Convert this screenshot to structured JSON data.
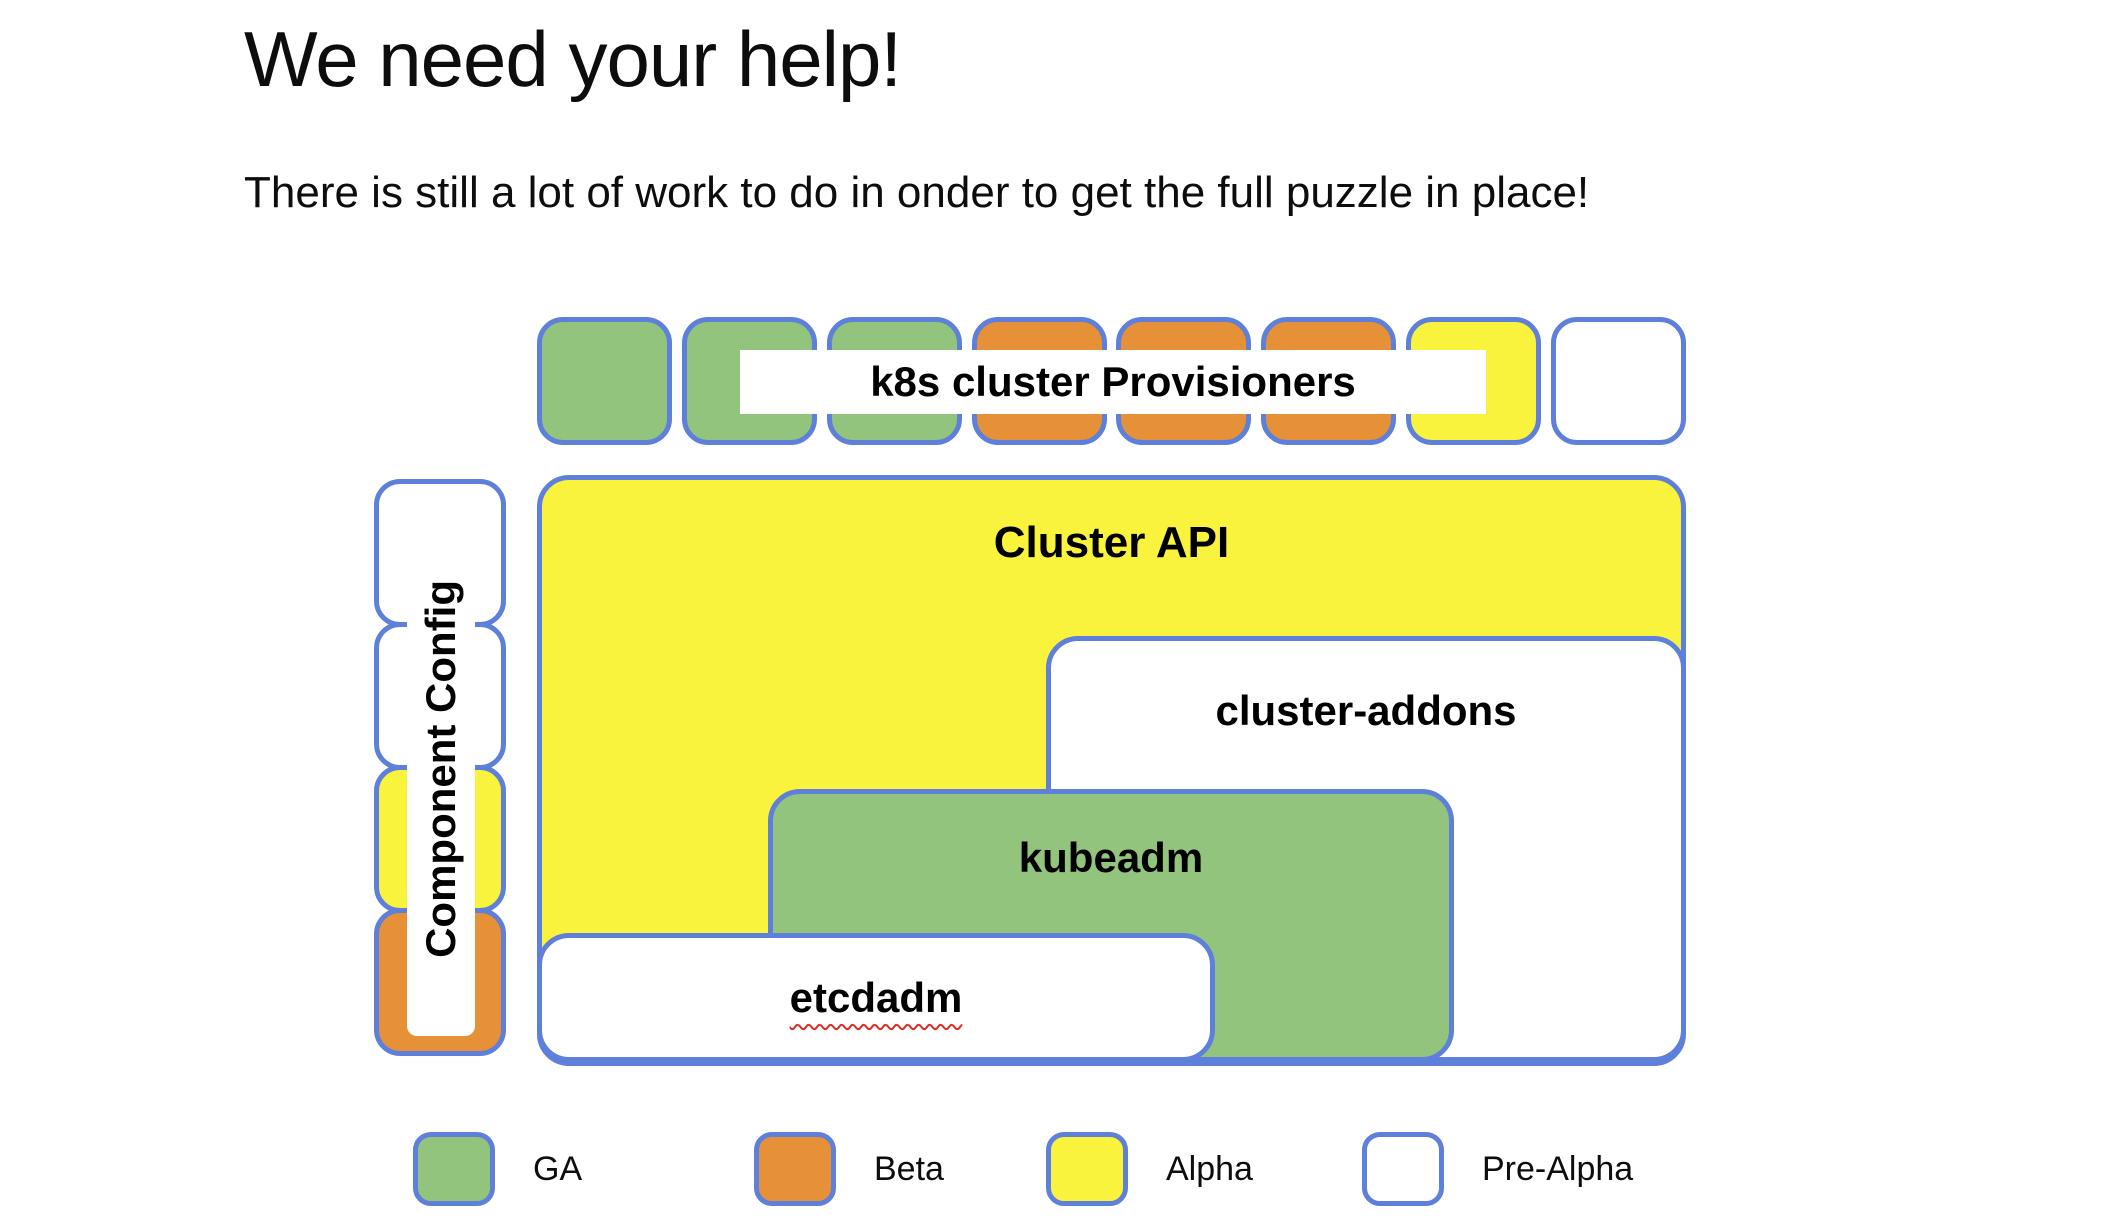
{
  "slide": {
    "title": "We need your help!",
    "subtitle": "There is still a lot of work to do in onder to get the full puzzle in place!"
  },
  "diagram": {
    "provisioners_label": "k8s cluster Provisioners",
    "provisioner_pieces": [
      "GA",
      "GA",
      "GA",
      "Beta",
      "Beta",
      "Beta",
      "Alpha",
      "Pre-Alpha"
    ],
    "component_config": {
      "label": "Component Config",
      "segments": [
        "Pre-Alpha",
        "Pre-Alpha",
        "Alpha",
        "Beta"
      ]
    },
    "boxes": {
      "cluster_api": {
        "label": "Cluster API",
        "status": "Alpha"
      },
      "cluster_addons": {
        "label": "cluster-addons",
        "status": "Pre-Alpha"
      },
      "kubeadm": {
        "label": "kubeadm",
        "status": "GA"
      },
      "etcdadm": {
        "label": "etcdadm",
        "status": "Pre-Alpha"
      }
    }
  },
  "legend": {
    "items": [
      {
        "label": "GA"
      },
      {
        "label": "Beta"
      },
      {
        "label": "Alpha"
      },
      {
        "label": "Pre-Alpha"
      }
    ]
  },
  "colors": {
    "border": "#5E7FDA",
    "spellcheck_underline": "#D93025",
    "by_status": {
      "GA": "#93C47D",
      "Beta": "#E69138",
      "Alpha": "#FAF33D",
      "Pre-Alpha": "#FFFFFF"
    }
  }
}
